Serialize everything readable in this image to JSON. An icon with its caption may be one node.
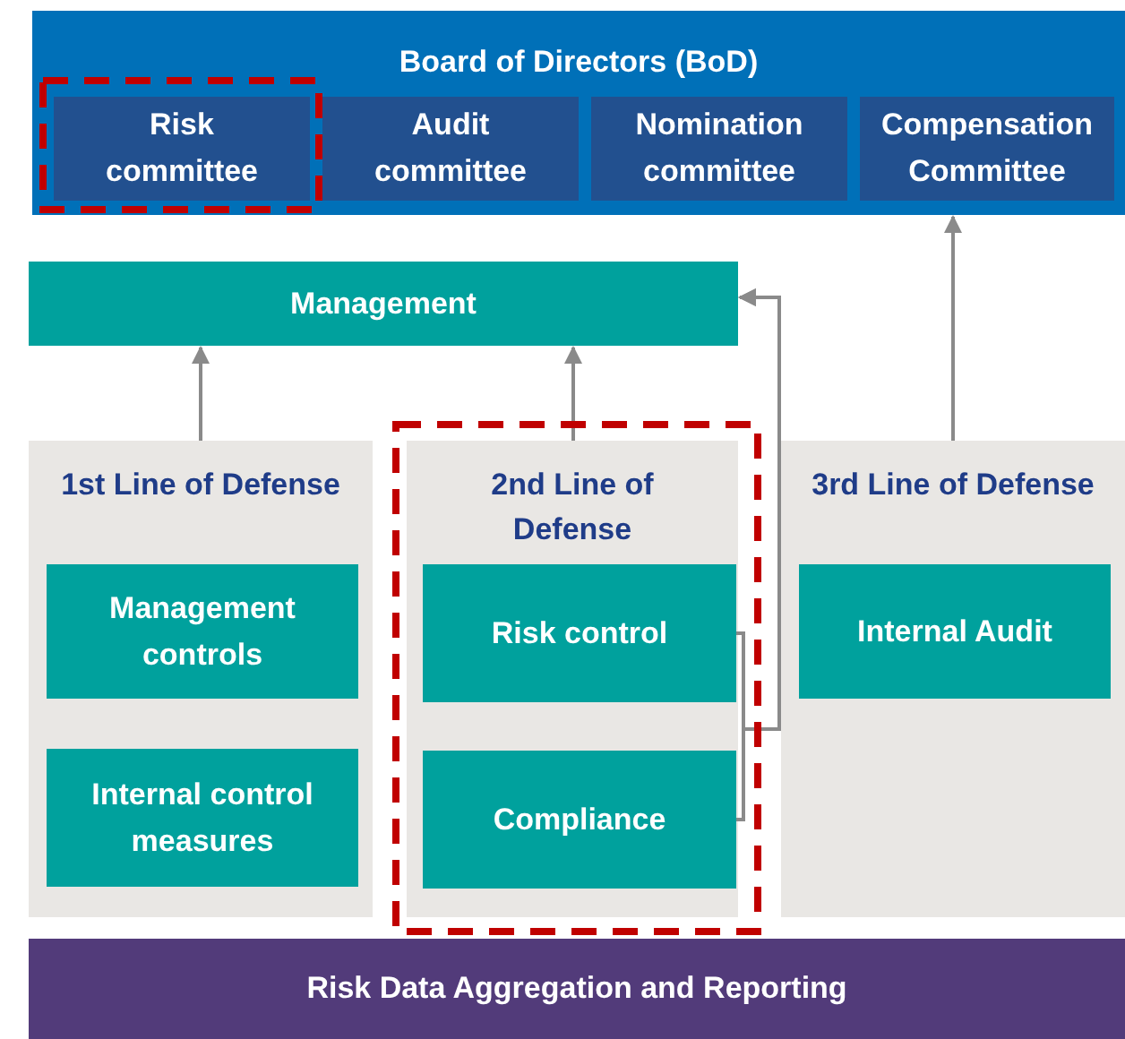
{
  "diagram": {
    "nodes": [
      {
        "text": [
          "Board of Directors (BoD)"
        ]
      },
      {
        "text": [
          "Risk committee"
        ],
        "in": 0
      },
      {
        "text": [
          "Audit committee"
        ],
        "in": 0
      },
      {
        "text": [
          "Nomination committee"
        ],
        "in": 0
      },
      {
        "text": [
          "Compensation Committee"
        ],
        "in": 0
      },
      {
        "text": [
          "Management"
        ]
      },
      {
        "text": [
          "1st Line of Defense"
        ]
      },
      {
        "text": [
          "Management controls"
        ],
        "in": 6
      },
      {
        "text": [
          "Internal control measures"
        ],
        "in": 6
      },
      {
        "text": [
          "2nd Line of Defense"
        ]
      },
      {
        "text": [
          "Risk control"
        ],
        "in": 9
      },
      {
        "text": [
          "Compliance"
        ],
        "in": 9
      },
      {
        "text": [
          "3rd Line of Defense"
        ]
      },
      {
        "text": [
          "Internal Audit"
        ],
        "in": 12
      },
      {
        "text": [
          "Risk Data Aggregation and Reporting"
        ]
      }
    ],
    "edges": [
      {
        "from": 6,
        "to": 5,
        "arrow": "to"
      },
      {
        "from": 9,
        "to": 5,
        "arrow": "to"
      },
      {
        "from": 12,
        "to": 0,
        "arrow": "to"
      },
      {
        "from": 10,
        "to": 5,
        "arrow": "to"
      },
      {
        "from": 11,
        "to": 5,
        "arrow": "to"
      }
    ]
  }
}
